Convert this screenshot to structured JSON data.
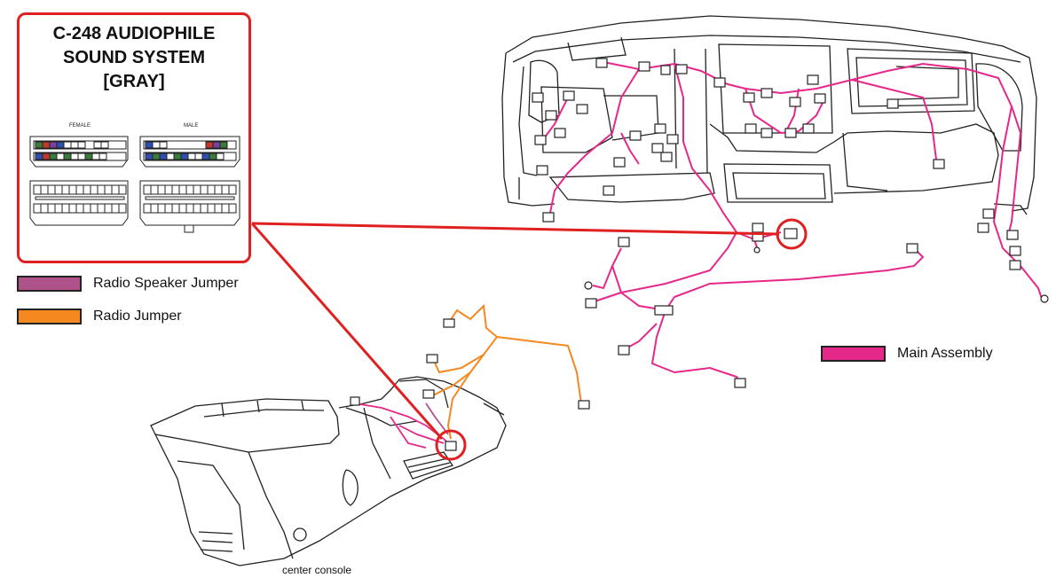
{
  "connector_callout": {
    "title_lines": [
      "C-248 AUDIOPHILE",
      "SOUND SYSTEM",
      "[GRAY]"
    ],
    "female_label": "FEMALE",
    "male_label": "MALE"
  },
  "legend": [
    {
      "label": "Radio Speaker Jumper",
      "color": "#b0528a"
    },
    {
      "label": "Radio Jumper",
      "color": "#f5881f"
    },
    {
      "label": "Main Assembly",
      "color": "#e6288a"
    }
  ],
  "console_caption": "center console",
  "colors": {
    "callout_border": "#e02020",
    "main_assembly_wire": "#e6288a",
    "radio_jumper_wire": "#f5881f",
    "line_art": "#222222"
  }
}
